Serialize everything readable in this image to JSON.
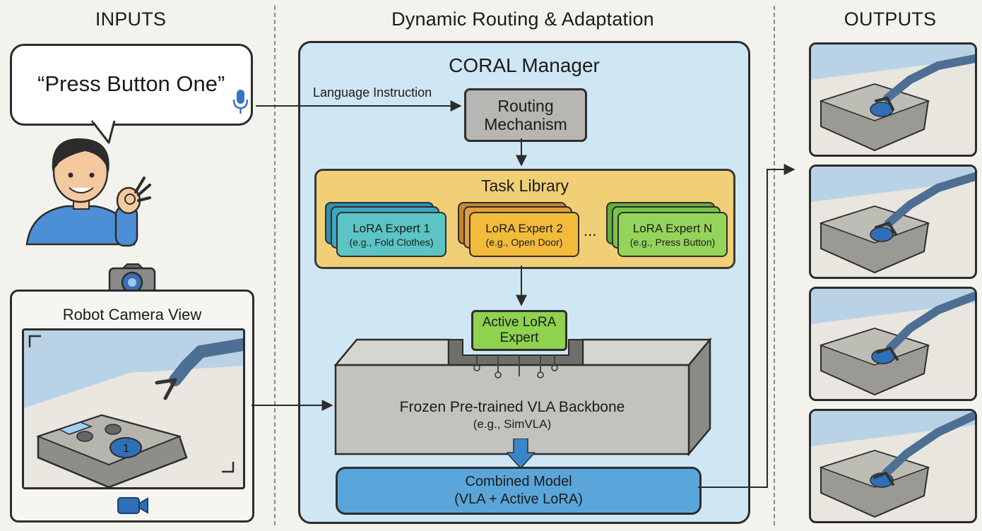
{
  "headers": {
    "inputs": "INPUTS",
    "middle": "Dynamic Routing & Adaptation",
    "outputs": "OUTPUTS"
  },
  "speech": {
    "text": "“Press Button One”"
  },
  "camera": {
    "title": "Robot Camera View",
    "button_label": "1"
  },
  "manager": {
    "title": "CORAL Manager",
    "instruction_label": "Language Instruction",
    "routing": {
      "line1": "Routing",
      "line2": "Mechanism"
    },
    "library": {
      "title": "Task Library",
      "ellipsis": "...",
      "experts": [
        {
          "name": "LoRA Expert 1",
          "example": "(e.g., Fold Clothes)"
        },
        {
          "name": "LoRA Expert 2",
          "example": "(e.g., Open Door)"
        },
        {
          "name": "LoRA Expert N",
          "example": "(e.g., Press Button)"
        }
      ]
    },
    "active": {
      "line1": "Active LoRA",
      "line2": "Expert"
    },
    "backbone": {
      "title": "Frozen Pre-trained VLA Backbone",
      "subtitle": "(e.g., SimVLA)"
    },
    "combined": {
      "line1": "Combined Model",
      "line2": "(VLA + Active LoRA)"
    }
  },
  "colors": {
    "manager_bg": "#cfe6f4",
    "library": "#f0cf77",
    "expert1": "#5cc4c4",
    "expert2": "#f2bb3a",
    "expertN": "#95d45a",
    "active": "#8fd24e",
    "combined": "#5aa6da",
    "routing": "#b7b6b3"
  }
}
